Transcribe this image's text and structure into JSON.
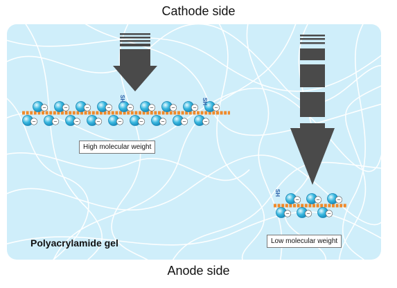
{
  "labels": {
    "top": "Cathode side",
    "bottom": "Anode side",
    "gel": "Polyacrylamide gel",
    "high": "High molecular weight",
    "low": "Low molecular weight",
    "sh": "SH",
    "minus": "−"
  },
  "colors": {
    "gel_background": "#cfeefa",
    "gel_fibers": "#ffffff",
    "arrow": "#4a4a4a",
    "protein_backbone": "#f08a2a",
    "bead": "#3ab8e0",
    "sh_group": "#2b5fa8"
  }
}
